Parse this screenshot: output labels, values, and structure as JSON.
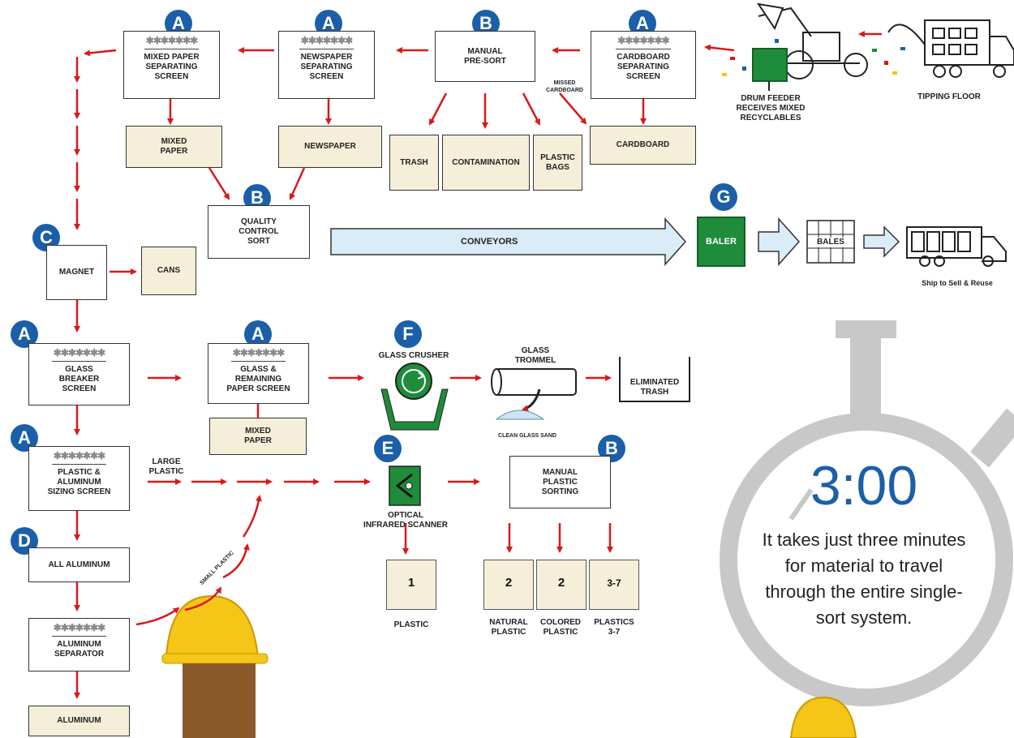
{
  "stars": "✱✱✱✱✱✱✱",
  "badges": {
    "a": "A",
    "b": "B",
    "c": "C",
    "d": "D",
    "e": "E",
    "f": "F",
    "g": "G"
  },
  "boxes": {
    "mixed_paper_screen": "MIXED PAPER\nSEPARATING\nSCREEN",
    "newspaper_screen": "NEWSPAPER\nSEPARATING\nSCREEN",
    "manual_presort": "MANUAL\nPRE-SORT",
    "cardboard_screen": "CARDBOARD\nSEPARATING\nSCREEN",
    "mixed_paper": "MIXED\nPAPER",
    "newspaper": "NEWSPAPER",
    "trash": "TRASH",
    "contamination": "CONTAMINATION",
    "plastic_bags": "PLASTIC\nBAGS",
    "cardboard": "CARDBOARD",
    "quality_control": "QUALITY\nCONTROL\nSORT",
    "magnet": "MAGNET",
    "cans": "CANS",
    "glass_breaker": "GLASS\nBREAKER\nSCREEN",
    "glass_remaining": "GLASS &\nREMAINING\nPAPER SCREEN",
    "mixed_paper_2": "MIXED\nPAPER",
    "plastic_aluminum": "PLASTIC &\nALUMINUM\nSIZING SCREEN",
    "all_aluminum": "ALL ALUMINUM",
    "aluminum_separator": "ALUMINUM\nSEPARATOR",
    "aluminum": "ALUMINUM",
    "manual_plastic": "MANUAL\nPLASTIC\nSORTING",
    "eliminated_trash": "ELIMINATED\nTRASH",
    "bales": "BALES"
  },
  "labels": {
    "missed_cardboard": "MISSED\nCARDBOARD",
    "drum_feeder": "DRUM FEEDER\nRECEIVES MIXED\nRECYCLABLES",
    "tipping_floor": "TIPPING FLOOR",
    "conveyors": "CONVEYORS",
    "baler": "BALER",
    "ship": "Ship to Sell & Reuse",
    "glass_crusher": "GLASS CRUSHER",
    "glass_trommel": "GLASS\nTROMMEL",
    "clean_glass_sand": "CLEAN GLASS SAND",
    "large_plastic": "LARGE\nPLASTIC",
    "small_plastic": "SMALL PLASTIC",
    "optical_scanner": "OPTICAL\nINFRARED SCANNER",
    "plastic": "PLASTIC",
    "natural_plastic": "NATURAL\nPLASTIC",
    "colored_plastic": "COLORED\nPLASTIC",
    "plastics_3_7": "PLASTICS\n3-7"
  },
  "recycle_numbers": {
    "r1": "1",
    "r2a": "2",
    "r2b": "2",
    "r37": "3-7"
  },
  "timer": {
    "time": "3:00",
    "text": "It takes just three minutes for material to travel through the entire single-sort system."
  },
  "colors": {
    "arrow": "#d7191c",
    "badge": "#1b5fa8",
    "baler": "#1e8c3a",
    "conveyor": "#d9ecf7",
    "timer_ring": "#c8c8c8"
  }
}
